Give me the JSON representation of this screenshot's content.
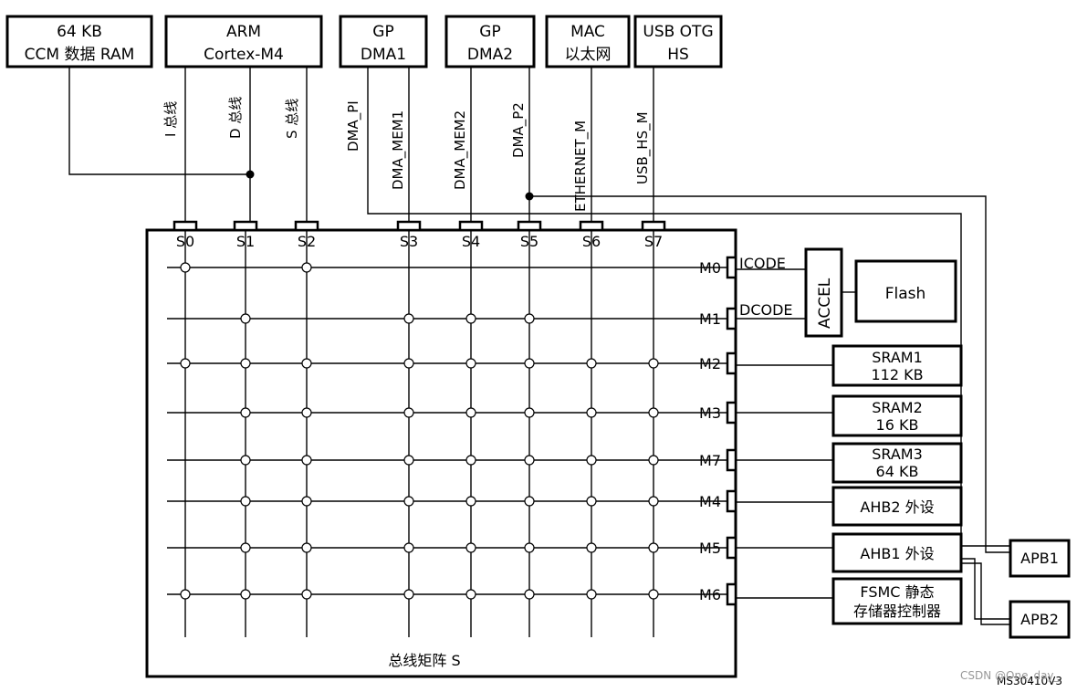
{
  "masters": {
    "ccm": [
      "64 KB",
      "CCM 数据 RAM"
    ],
    "arm": [
      "ARM",
      "Cortex-M4"
    ],
    "dma1": [
      "GP",
      "DMA1"
    ],
    "dma2": [
      "GP",
      "DMA2"
    ],
    "mac": [
      "MAC",
      "以太网"
    ],
    "usb": [
      "USB OTG",
      "HS"
    ]
  },
  "bus_labels": {
    "i_bus": "I 总线",
    "d_bus": "D 总线",
    "s_bus": "S 总线",
    "dma_pi": "DMA_PI",
    "dma_mem1": "DMA_MEM1",
    "dma_mem2": "DMA_MEM2",
    "dma_p2": "DMA_P2",
    "ethernet_m": "ETHERNET_M",
    "usb_hs_m": "USB_HS_M"
  },
  "slave_ports": [
    "S0",
    "S1",
    "S2",
    "S3",
    "S4",
    "S5",
    "S6",
    "S7"
  ],
  "master_ports": [
    "M0",
    "M1",
    "M2",
    "M3",
    "M7",
    "M4",
    "M5",
    "M6"
  ],
  "matrix_label": "总线矩阵 S",
  "icode": "ICODE",
  "dcode": "DCODE",
  "accel": "ACCEL",
  "flash": "Flash",
  "targets": {
    "sram1": [
      "SRAM1",
      "112 KB"
    ],
    "sram2": [
      "SRAM2",
      "16 KB"
    ],
    "sram3": [
      "SRAM3",
      "64 KB"
    ],
    "ahb2": "AHB2 外设",
    "ahb1": "AHB1 外设",
    "fsmc": [
      "FSMC 静态",
      "存储器控制器"
    ]
  },
  "apb1": "APB1",
  "apb2": "APB2",
  "watermark": "CSDN @One_day_",
  "figure_id": "MS30410V3",
  "connections": [
    [
      1,
      0,
      1,
      0,
      0,
      0,
      0,
      0
    ],
    [
      0,
      1,
      0,
      1,
      1,
      1,
      0,
      0
    ],
    [
      1,
      1,
      1,
      1,
      1,
      1,
      1,
      1
    ],
    [
      0,
      1,
      1,
      1,
      1,
      1,
      1,
      1
    ],
    [
      0,
      1,
      1,
      1,
      1,
      1,
      1,
      1
    ],
    [
      0,
      1,
      1,
      1,
      1,
      1,
      1,
      1
    ],
    [
      0,
      1,
      1,
      1,
      1,
      1,
      1,
      1
    ],
    [
      1,
      1,
      1,
      1,
      1,
      1,
      1,
      1
    ]
  ]
}
